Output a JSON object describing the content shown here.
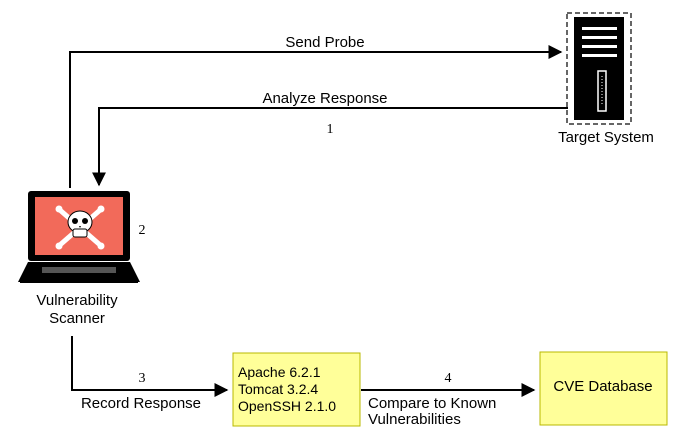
{
  "diagram": {
    "edges": {
      "send_probe": "Send Probe",
      "analyze_response": "Analyze Response",
      "record_response": "Record Response",
      "compare_line1": "Compare to Known",
      "compare_line2": "Vulnerabilities"
    },
    "steps": [
      "1",
      "2",
      "3",
      "4"
    ],
    "nodes": {
      "target": {
        "label": "Target System"
      },
      "scanner": {
        "label_line1": "Vulnerability",
        "label_line2": "Scanner"
      },
      "software": {
        "lines": [
          "Apache 6.2.1",
          "Tomcat 3.2.4",
          "OpenSSH 2.1.0"
        ]
      },
      "cve": {
        "label": "CVE Database"
      }
    },
    "colors": {
      "box_fill": "#ffff99",
      "box_stroke": "#b8b800",
      "screen": "#f26a5a",
      "device": "#000000"
    },
    "icons": [
      "server-icon",
      "laptop-icon",
      "skull-crossbones-icon"
    ]
  }
}
